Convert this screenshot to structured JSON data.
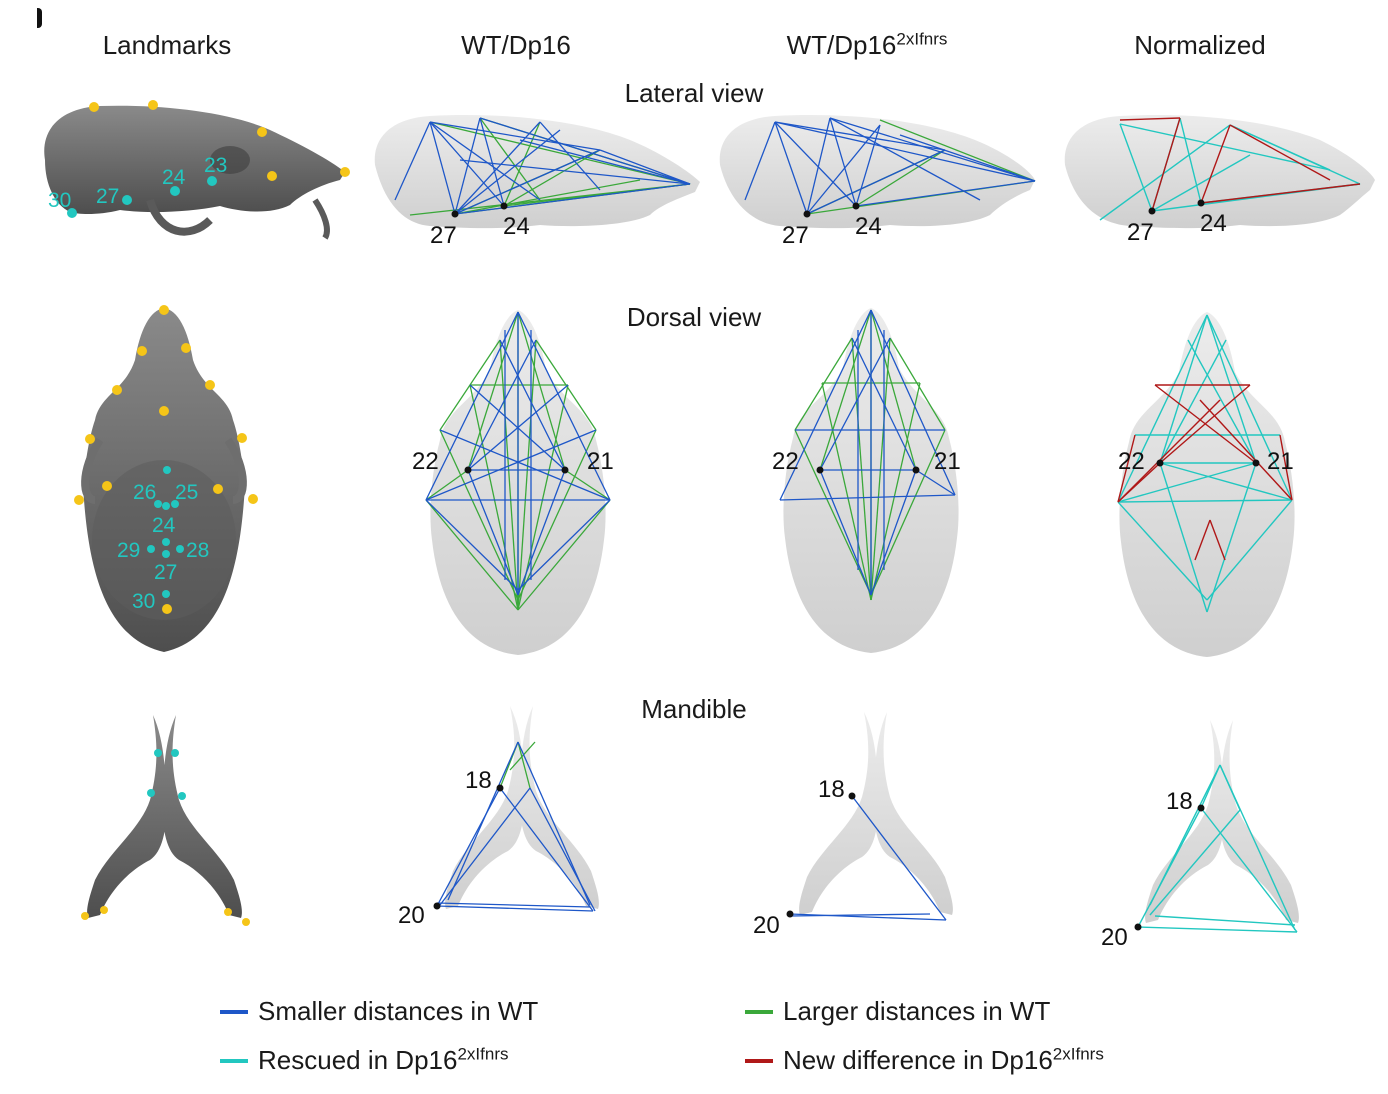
{
  "columns": {
    "landmarks": "Landmarks",
    "wt_dp16": "WT/Dp16",
    "wt_dp16_2x_base": "WT/Dp16",
    "wt_dp16_2x_sup": "2xIfnrs",
    "normalized": "Normalized"
  },
  "rows": {
    "lateral": "Lateral view",
    "dorsal": "Dorsal view",
    "mandible": "Mandible"
  },
  "landmark_labels": {
    "lateral": [
      "30",
      "27",
      "24",
      "23"
    ],
    "dorsal": [
      "26",
      "25",
      "24",
      "29",
      "28",
      "27",
      "30"
    ]
  },
  "panel_labels": {
    "lateral": [
      "27",
      "24"
    ],
    "dorsal": [
      "22",
      "21"
    ],
    "mandible": [
      "18",
      "20"
    ]
  },
  "legend": {
    "smaller": {
      "label": "Smaller distances in WT",
      "color": "#1e57c8"
    },
    "larger": {
      "label": "Larger distances in WT",
      "color": "#3aa83a"
    },
    "rescued": {
      "label_base": "Rescued in Dp16",
      "label_sup": "2xIfnrs",
      "color": "#22c7c0"
    },
    "new_diff": {
      "label_base": "New difference in Dp16",
      "label_sup": "2xIfnrs",
      "color": "#b01818"
    }
  },
  "colors": {
    "blue": "#1e57c8",
    "green": "#3aa83a",
    "cyan": "#22c7c0",
    "red": "#b01818",
    "yellow": "#f5c518",
    "bone_dark": "#6e6e6e",
    "bone_light": "#d9d9d9"
  }
}
